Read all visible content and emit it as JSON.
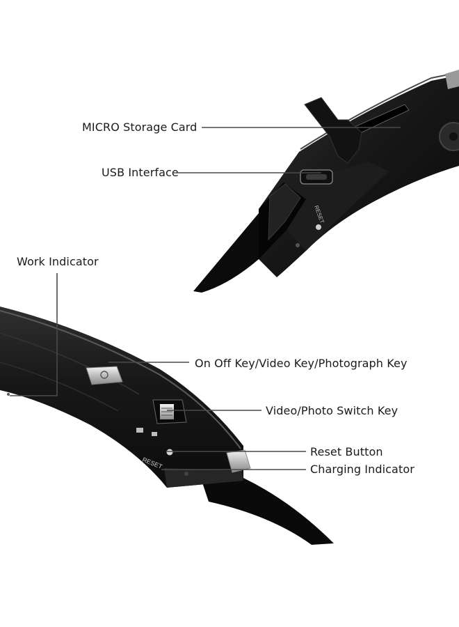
{
  "labels": {
    "micro_storage_card": "MICRO Storage Card",
    "usb_interface": "USB Interface",
    "work_indicator": "Work Indicator",
    "on_off_key": "On Off Key/Video Key/Photograph Key",
    "video_photo_switch": "Video/Photo Switch Key",
    "reset_button": "Reset Button",
    "charging_indicator": "Charging Indicator"
  },
  "device_markings": {
    "reset_top": "RESET",
    "reset_bottom": "RESET"
  },
  "colors": {
    "device_body": "#141414",
    "device_edge": "#3a3a3a",
    "leader_line": "#4a4a4a"
  }
}
